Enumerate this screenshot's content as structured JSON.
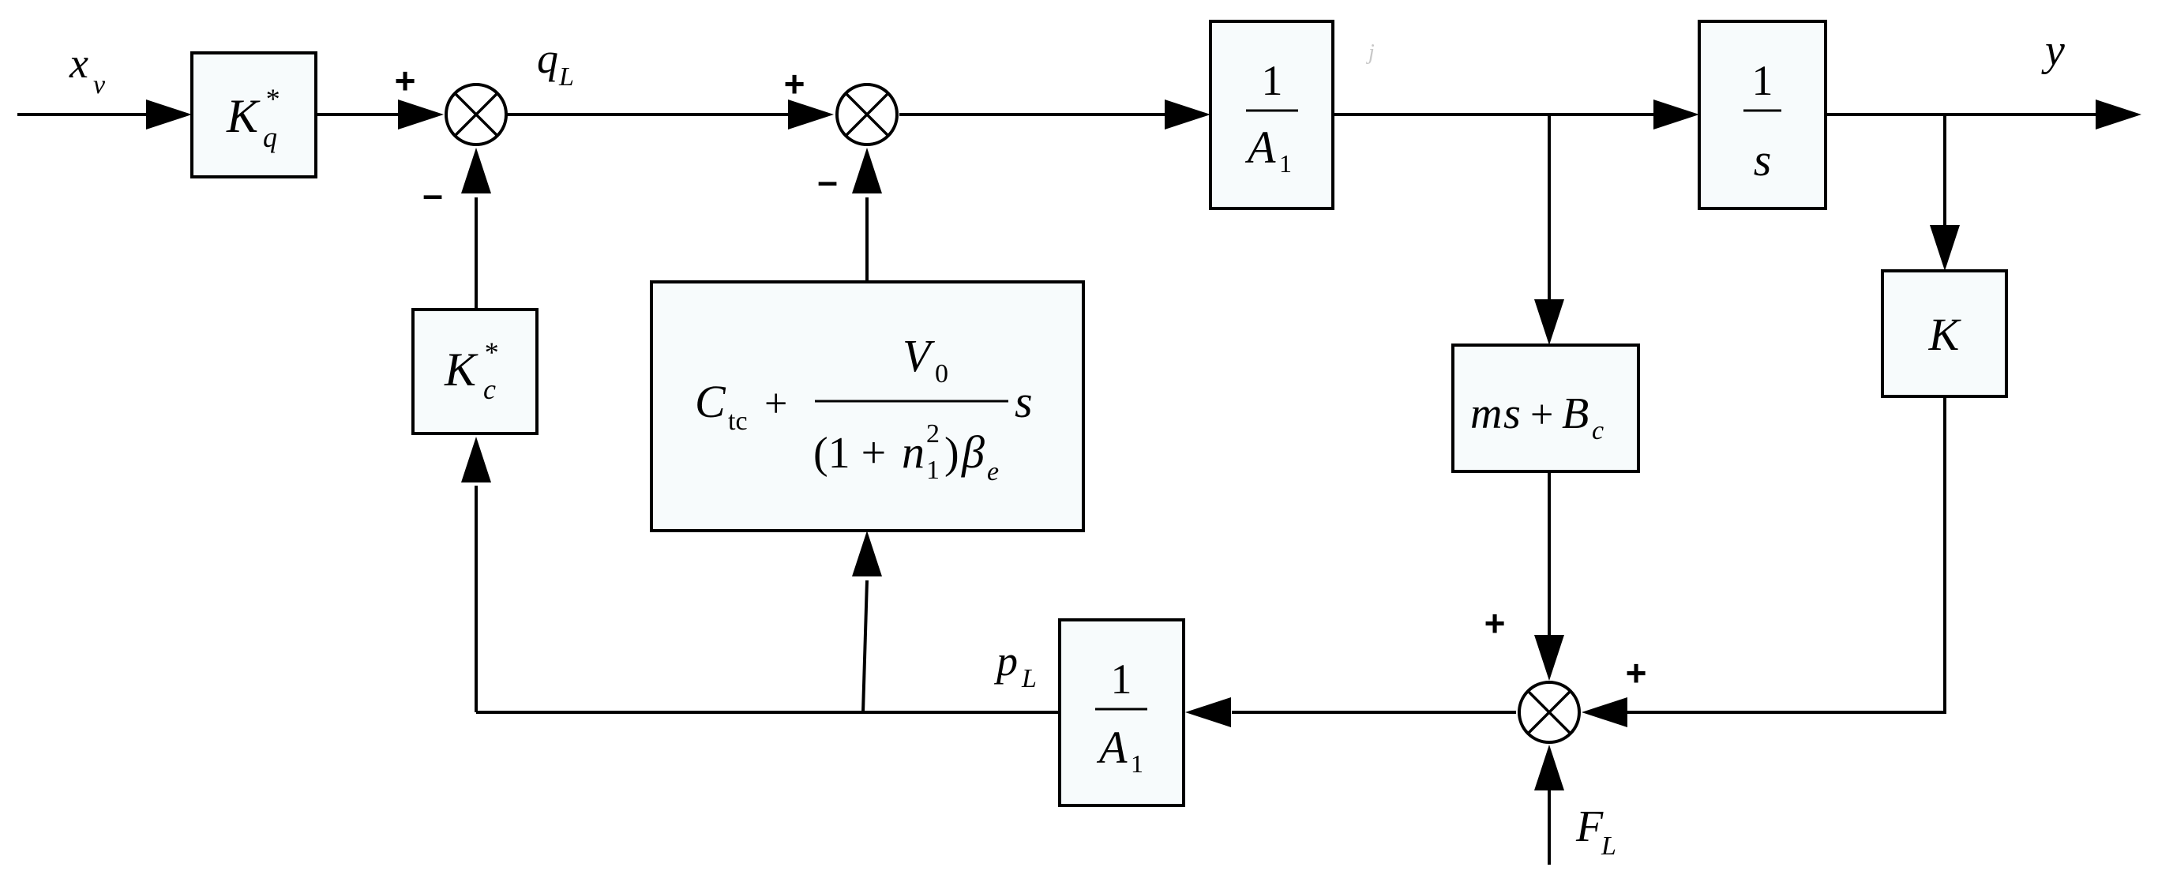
{
  "diagram": {
    "signals": {
      "xv": {
        "main": "x",
        "sub": "v"
      },
      "qL": {
        "main": "q",
        "sub": "L"
      },
      "pL": {
        "main": "p",
        "sub": "L"
      },
      "FL": {
        "main": "F",
        "sub": "L"
      },
      "y": "y"
    },
    "blocks": {
      "kq": {
        "main": "K",
        "sub": "q",
        "sup": "*"
      },
      "kc": {
        "main": "K",
        "sub": "c",
        "sup": "*"
      },
      "inv_a1_top": {
        "num": "1",
        "den_main": "A",
        "den_sub": "1"
      },
      "integrator": {
        "num": "1",
        "den": "s"
      },
      "spring": {
        "label": "K"
      },
      "mass_damper": {
        "m": "m",
        "s": "s",
        "plus": "+",
        "B": "B",
        "c": "c"
      },
      "inv_a1_bottom": {
        "num": "1",
        "den_main": "A",
        "den_sub": "1"
      },
      "leakage": {
        "C": "C",
        "tc": "tc",
        "plus": "+",
        "V": "V",
        "V_sub": "0",
        "den_open": "(1 + ",
        "n": "n",
        "n_sup": "2",
        "n_sub": "1",
        "den_close": ")",
        "beta": "β",
        "beta_sub": "e",
        "s": "s"
      }
    },
    "signs": {
      "sum1_plus": "+",
      "sum1_minus": "–",
      "sum2_plus": "+",
      "sum2_minus": "–",
      "sum3_plus_top": "+",
      "sum3_plus_right": "+"
    },
    "stray_mark": "j"
  }
}
